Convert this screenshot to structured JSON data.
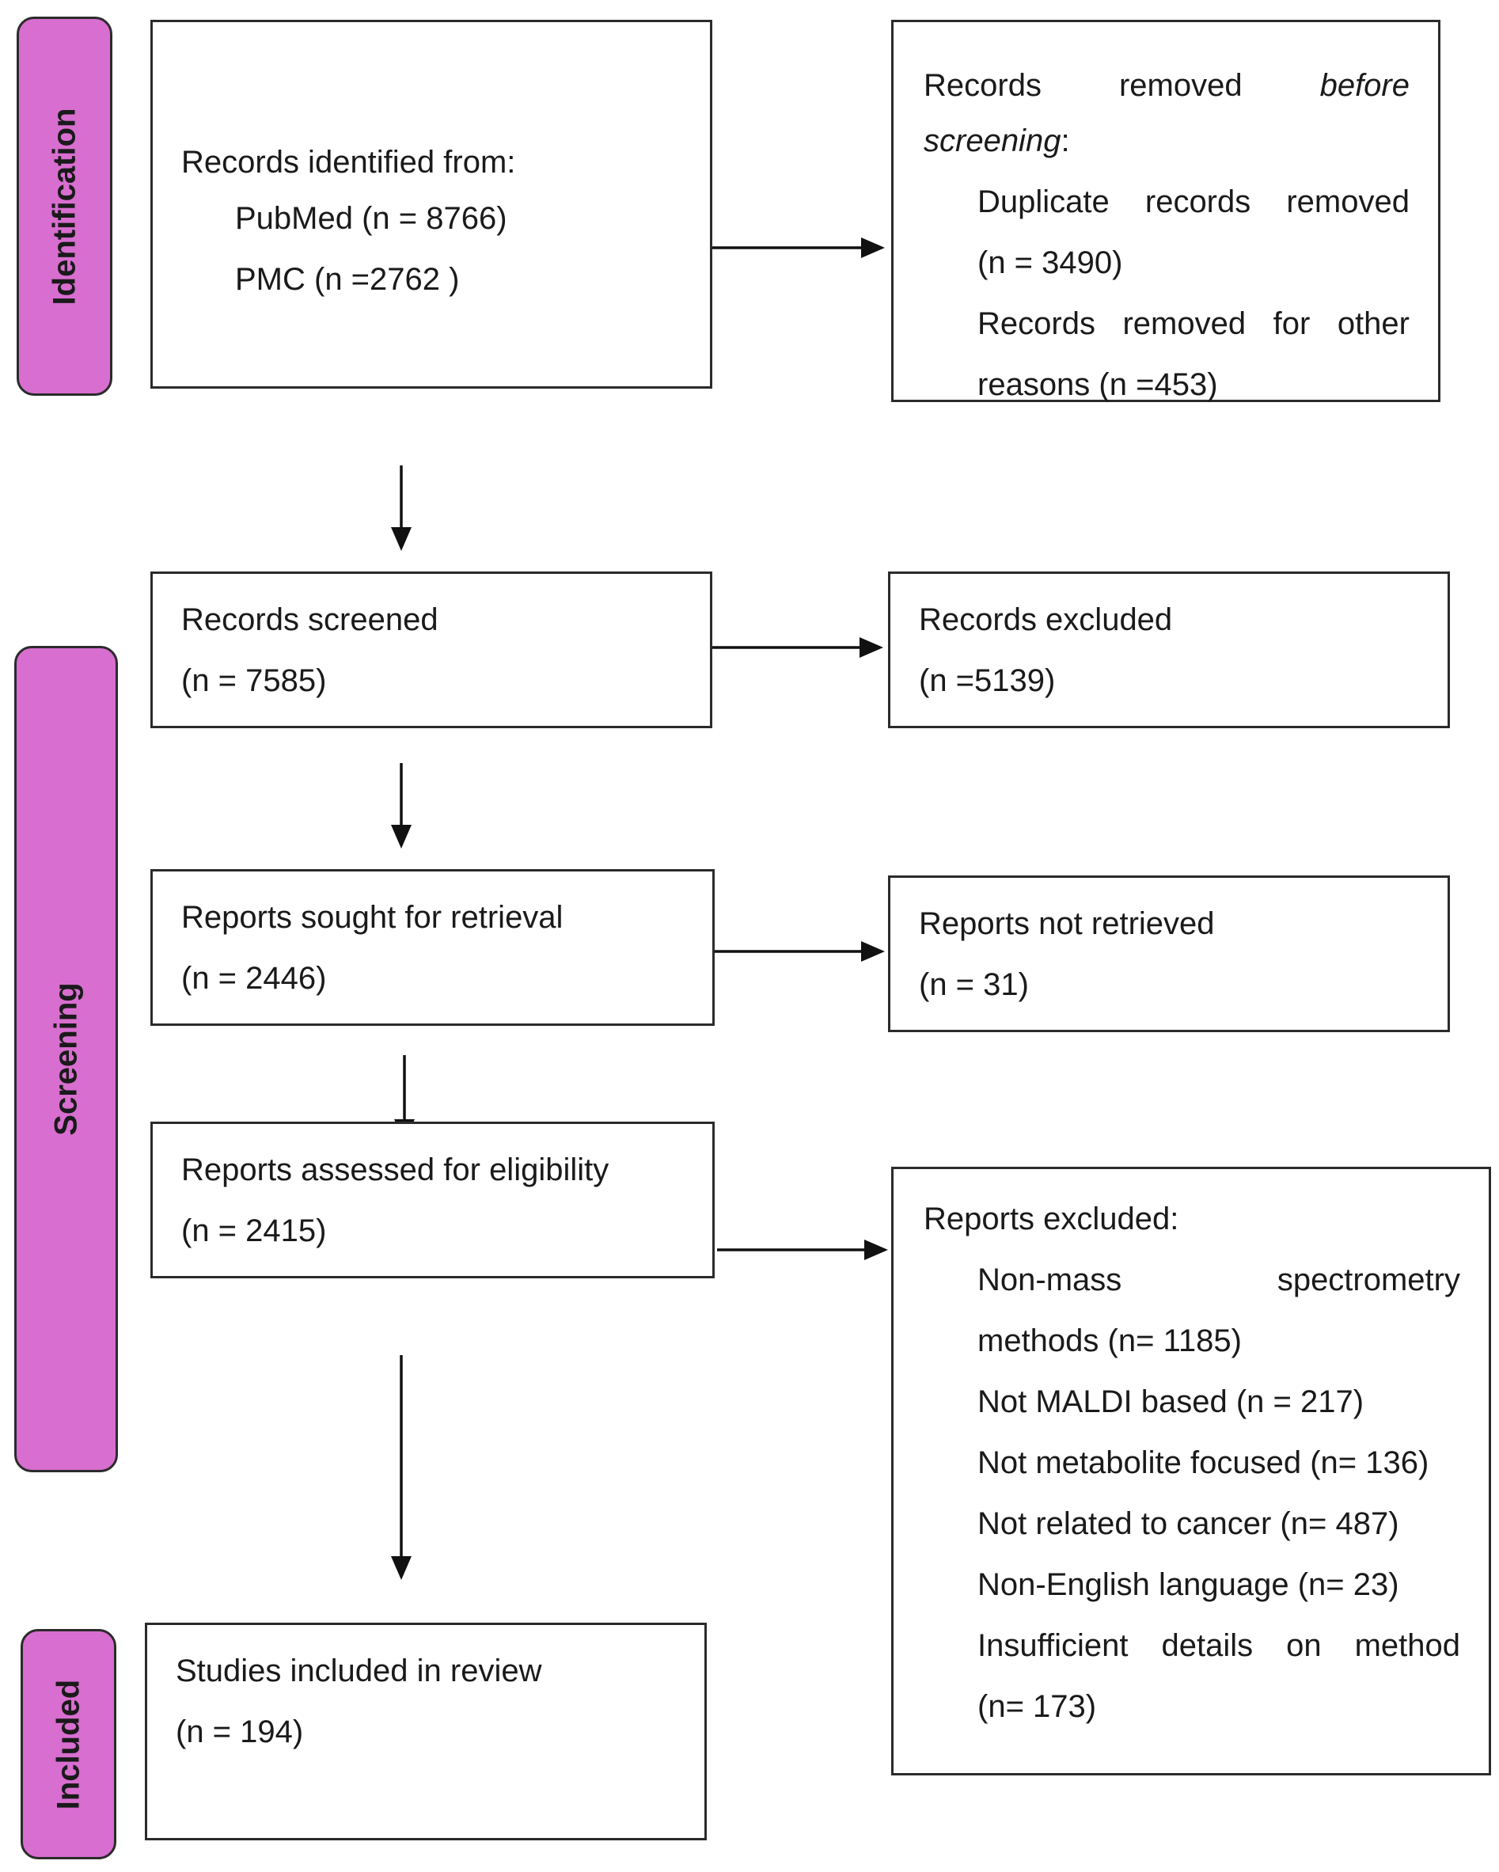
{
  "phases": {
    "identification": "Identification",
    "screening": "Screening",
    "included": "Included"
  },
  "identified": {
    "heading": "Records identified from:",
    "sources": [
      "PubMed (n = 8766)",
      "PMC (n =2762 )"
    ]
  },
  "removed_before": {
    "word1": "Records",
    "word2": "removed",
    "word3": "before",
    "word4": "screening",
    "word4_suffix": ":",
    "items": [
      "Duplicate records removed",
      "(n = 3490)",
      "Records removed for other",
      "reasons (n =453)"
    ]
  },
  "screened": {
    "label": "Records screened",
    "count": "(n = 7585)"
  },
  "excluded_records": {
    "label": "Records excluded",
    "count": "(n =5139)"
  },
  "sought": {
    "label": "Reports sought for retrieval",
    "count": "(n = 2446)"
  },
  "not_retrieved": {
    "label": "Reports not retrieved",
    "count": "(n = 31)"
  },
  "assessed": {
    "label": "Reports assessed for eligibility",
    "count": "(n = 2415)"
  },
  "reports_excluded": {
    "heading": "Reports excluded:",
    "items": [
      "Non-mass spectrometry",
      "methods (n= 1185)",
      "Not MALDI based (n = 217)",
      "Not metabolite focused (n= 136)",
      "Not related to cancer (n= 487)",
      "Non-English language (n= 23)",
      "Insufficient details on method",
      "(n= 173)"
    ]
  },
  "included_studies": {
    "label": "Studies included in review",
    "count": "(n = 194)"
  }
}
